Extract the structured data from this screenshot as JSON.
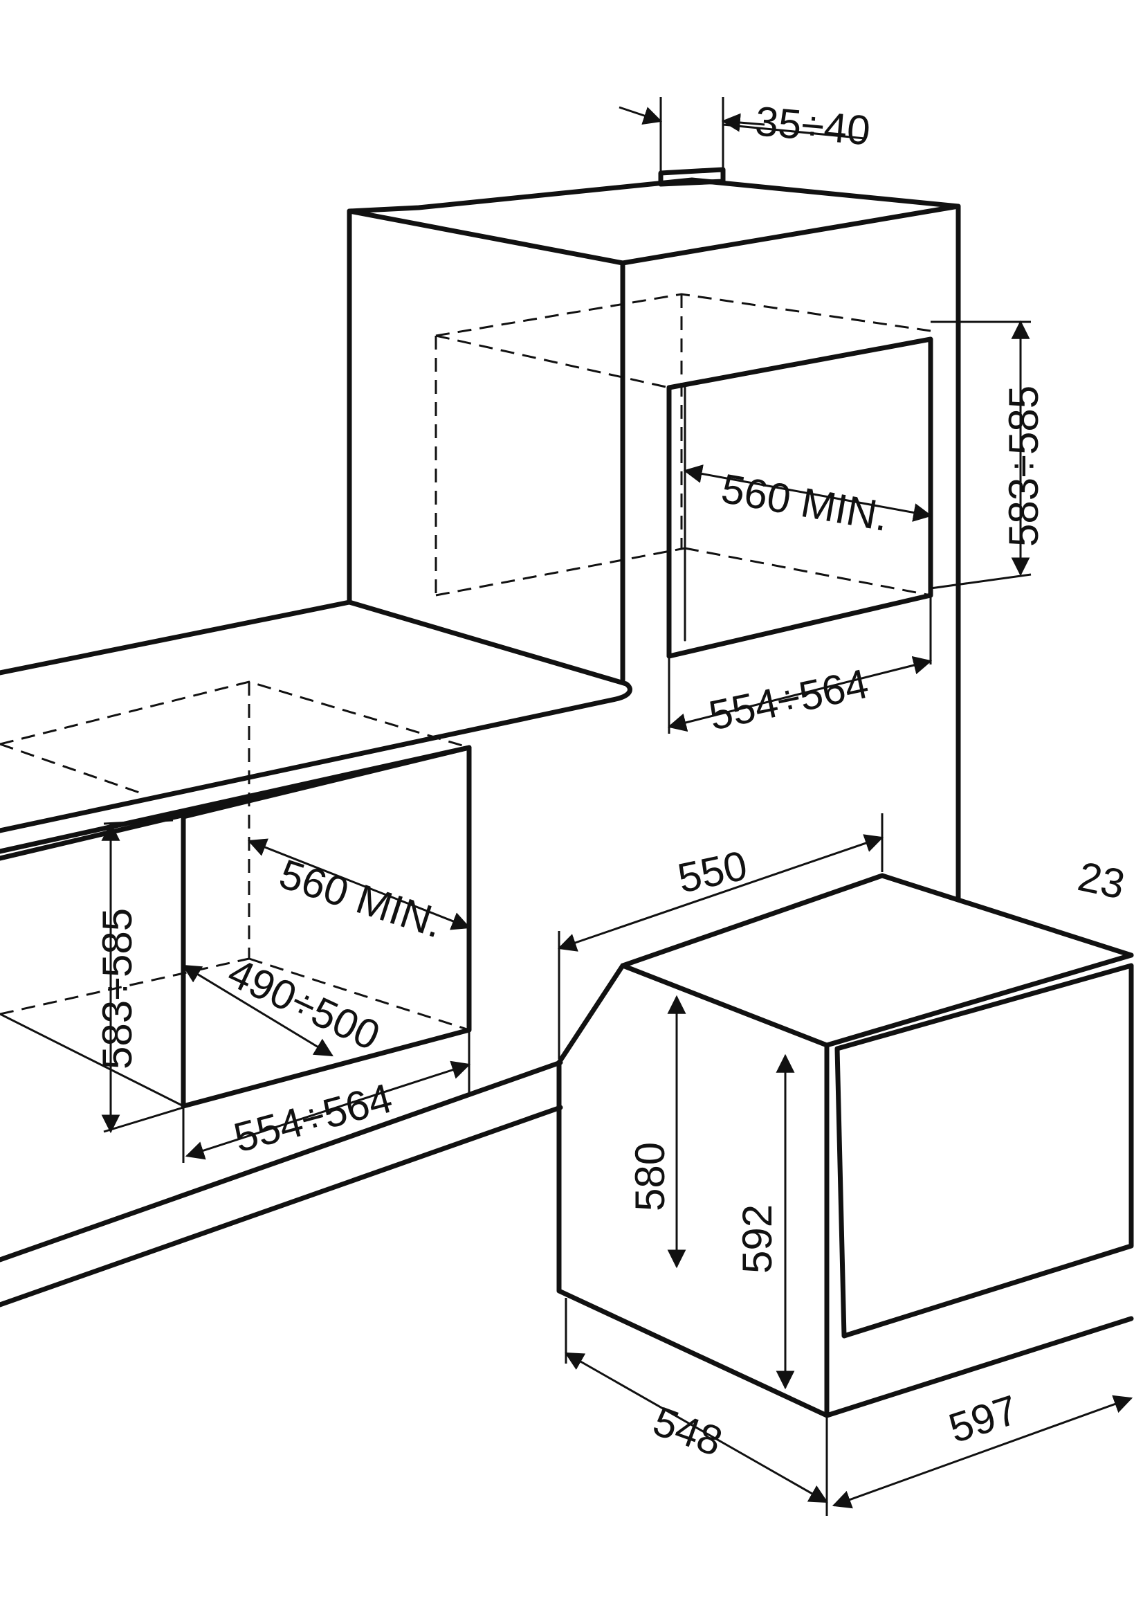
{
  "labels": {
    "top_gap": "35÷40",
    "upper_width": "560 MIN.",
    "upper_height": "583÷585",
    "upper_opening": "554÷564",
    "lower_width": "560 MIN.",
    "lower_height": "583÷585",
    "lower_depth": "490÷500",
    "lower_opening": "554÷564",
    "oven_depth": "550",
    "oven_front": "23",
    "oven_body_height": "580",
    "oven_front_height": "592",
    "oven_side": "548",
    "oven_width": "597"
  },
  "colors": {
    "line": "#111111",
    "background": "#ffffff"
  }
}
